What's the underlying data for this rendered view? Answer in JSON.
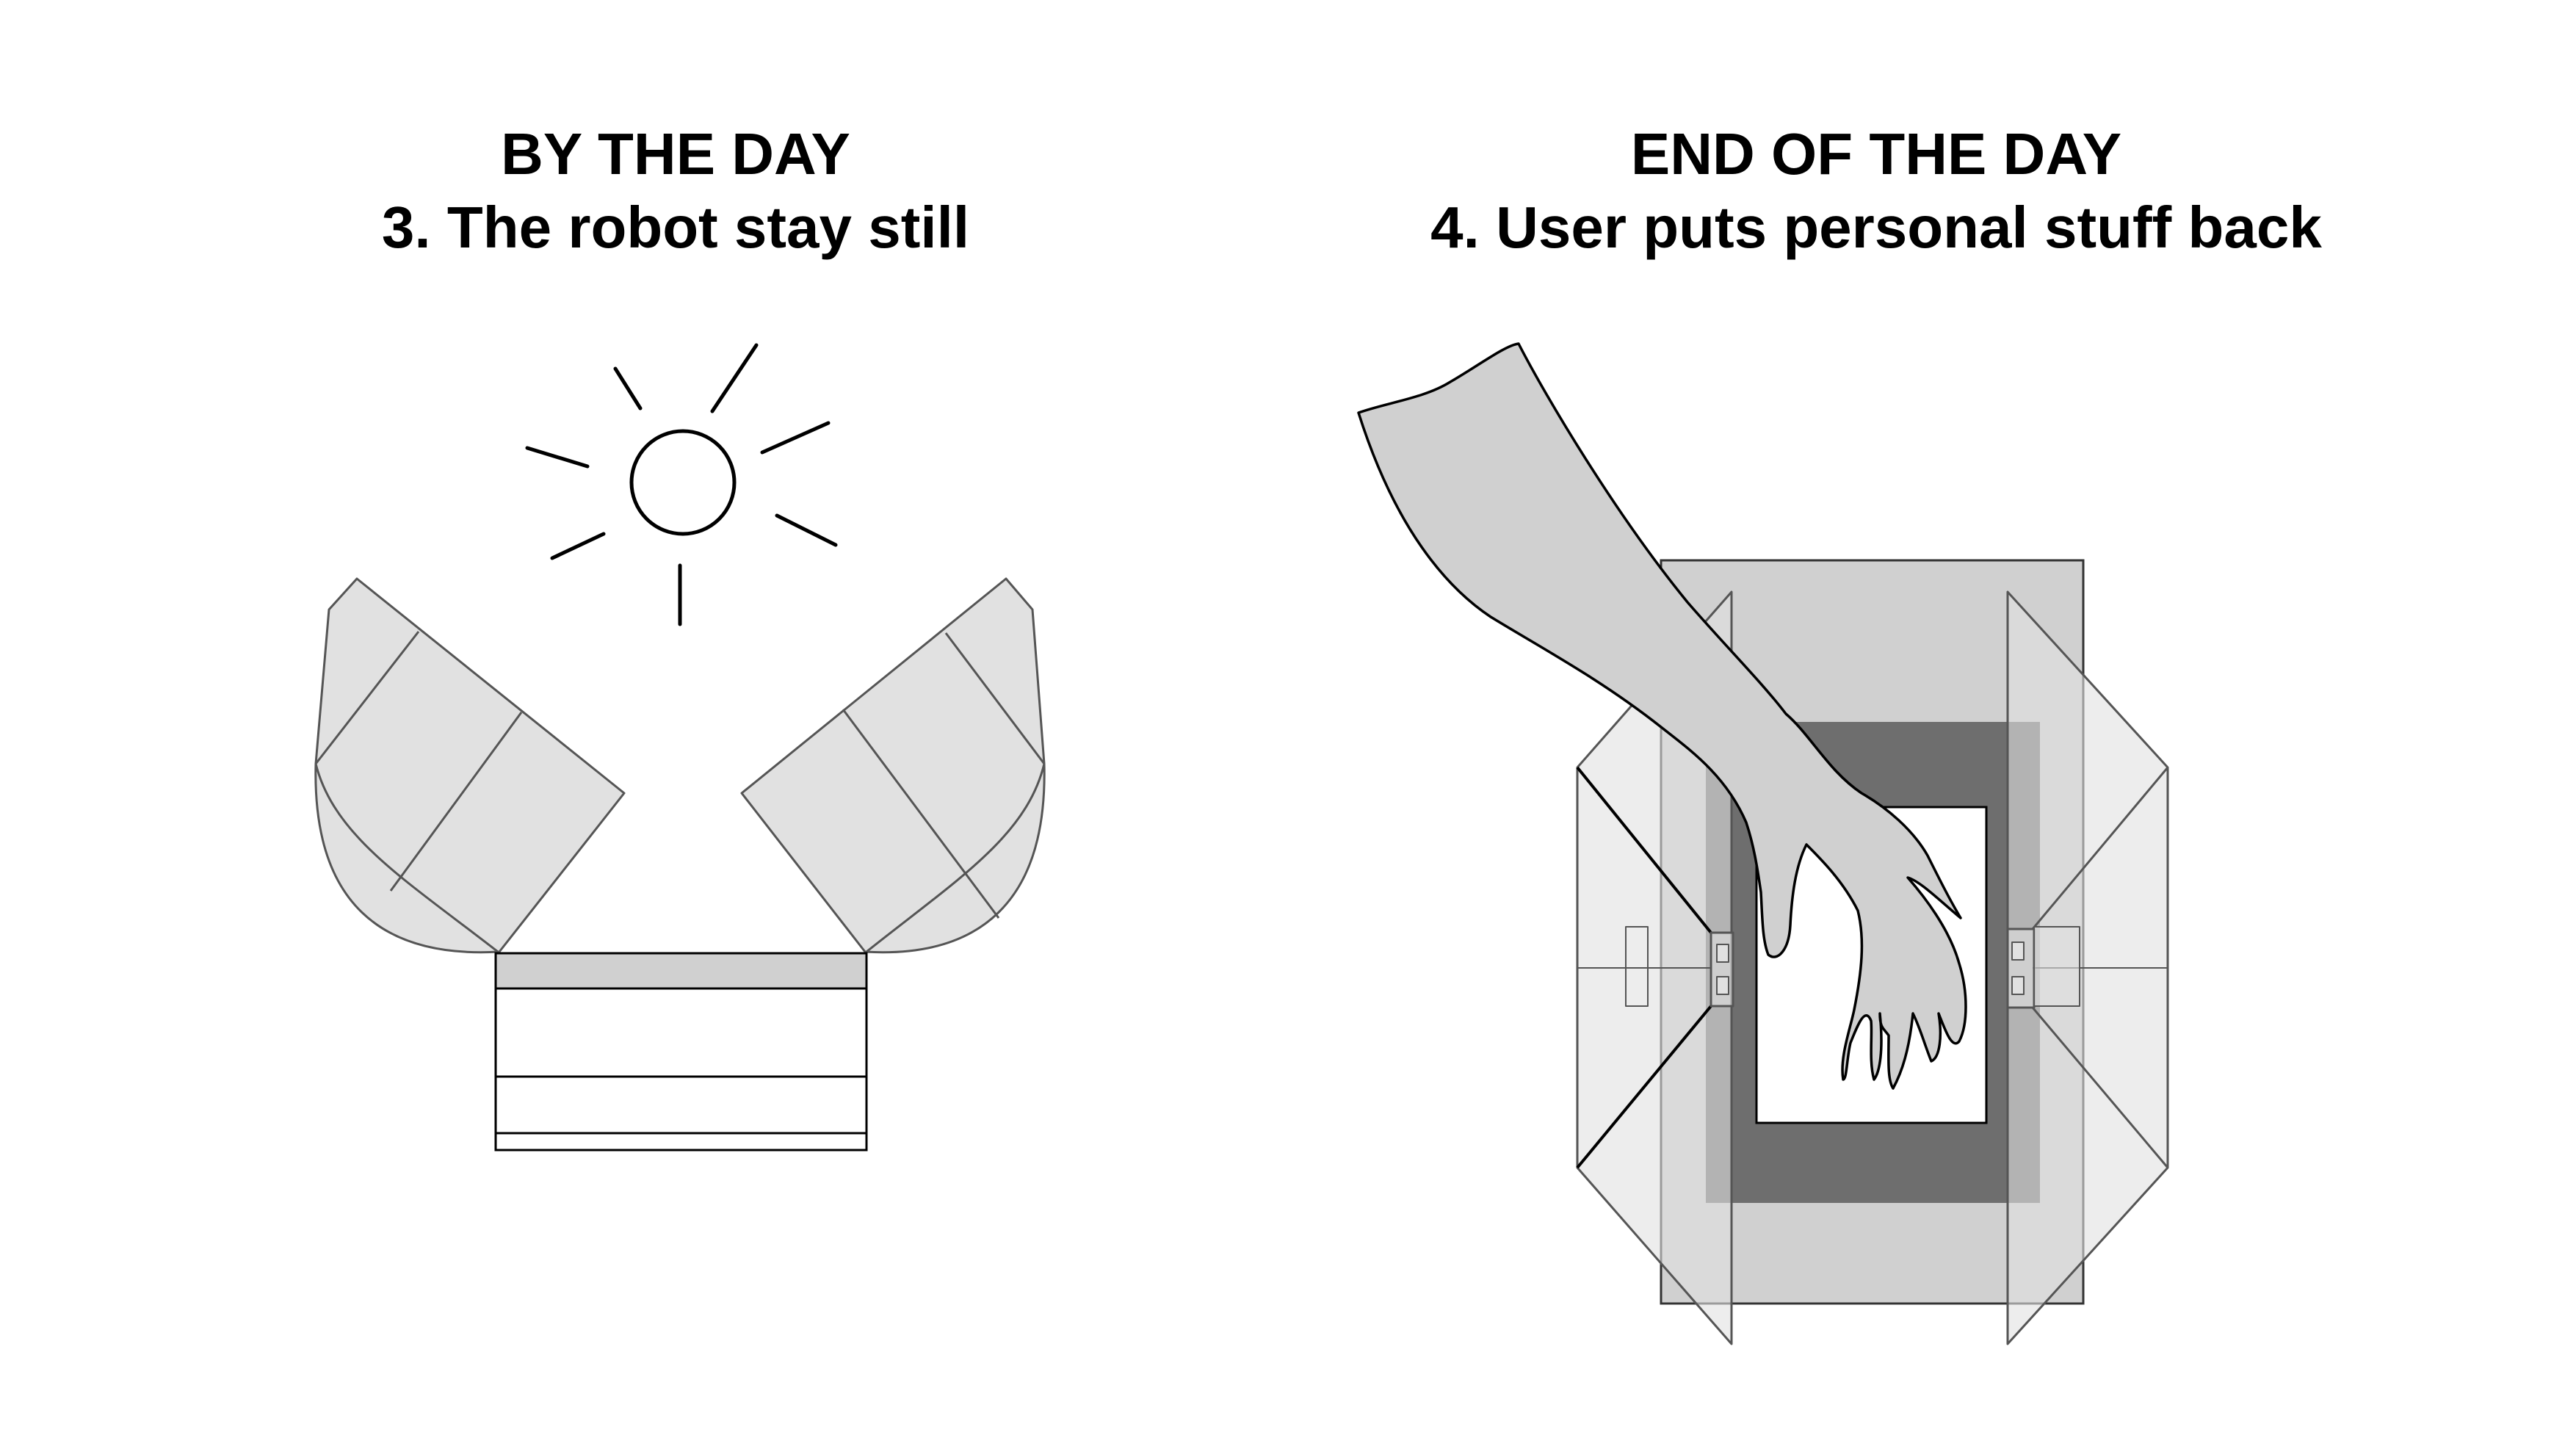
{
  "panels": [
    {
      "heading": "BY THE DAY",
      "caption": "3. The robot stay still",
      "icons": [
        "sun-icon",
        "robot-open-lid-icon"
      ]
    },
    {
      "heading": "END OF THE DAY",
      "caption": "4. User puts personal stuff back",
      "icons": [
        "arm-hand-icon",
        "robot-top-view-icon"
      ]
    }
  ],
  "colors": {
    "light_fill": "#e1e1e1",
    "mid_fill": "#d0d0d0",
    "dark_fill": "#6e6e6e",
    "stroke": "#000000"
  }
}
